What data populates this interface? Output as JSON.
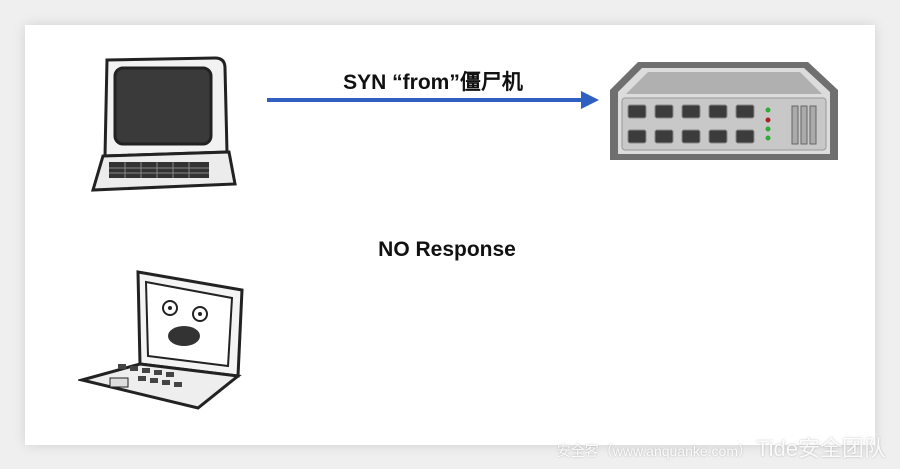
{
  "diagram": {
    "syn_label": "SYN  “from”僵尸机",
    "response_label": "NO Response",
    "arrow_color": "#2f5fbf",
    "nodes": {
      "attacker": "desktop-computer-icon",
      "target": "network-switch-icon",
      "zombie": "scared-laptop-icon"
    }
  },
  "watermark": {
    "site": "安全客（www.anquanke.com）",
    "team": "Tide安全团队"
  }
}
